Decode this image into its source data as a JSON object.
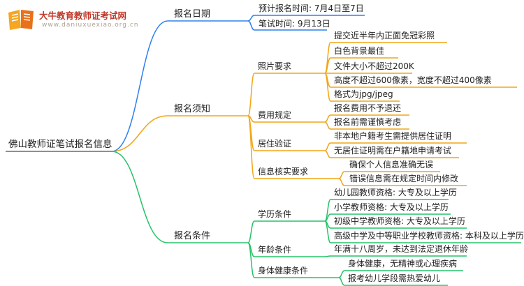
{
  "logo": {
    "title": "大牛教育教师证考试网",
    "url": "www.daniuxuexiao.org.cn"
  },
  "colors": {
    "blue": "#2f80ed",
    "orange": "#f2a516",
    "green": "#27c26a"
  },
  "mindmap": {
    "root": "佛山教师证笔试报名信息",
    "branches": [
      {
        "label": "报名日期",
        "children": [
          {
            "label": "预计报名时间: 7月4日至7日"
          },
          {
            "label": "笔试时间: 9月13日"
          }
        ]
      },
      {
        "label": "报名须知",
        "children": [
          {
            "label": "照片要求",
            "children": [
              "提交近半年内正面免冠彩照",
              "白色背景最佳",
              "文件大小不超过200K",
              "高度不超过600像素，宽度不超过400像素",
              "格式为jpg/jpeg"
            ]
          },
          {
            "label": "费用规定",
            "children": [
              "报名费用不予退还",
              "报名前需谨慎考虑"
            ]
          },
          {
            "label": "居住验证",
            "children": [
              "非本地户籍考生需提供居住证明",
              "无居住证明需在户籍地申请考试"
            ]
          },
          {
            "label": "信息核实要求",
            "children": [
              "确保个人信息准确无误",
              "错误信息需在规定时间内修改"
            ]
          }
        ]
      },
      {
        "label": "报名条件",
        "children": [
          {
            "label": "学历条件",
            "children": [
              "幼儿园教师资格: 大专及以上学历",
              "小学教师资格: 大专及以上学历",
              "初级中学教师资格: 大专及以上学历",
              "高级中学及中等职业学校教师资格: 本科及以上学历"
            ]
          },
          {
            "label": "年龄条件",
            "children": [
              "年满十八周岁，未达到法定退休年龄"
            ]
          },
          {
            "label": "身体健康条件",
            "children": [
              "身体健康，无精神或心理疾病",
              "报考幼儿学段需热爱幼儿"
            ]
          }
        ]
      }
    ]
  }
}
